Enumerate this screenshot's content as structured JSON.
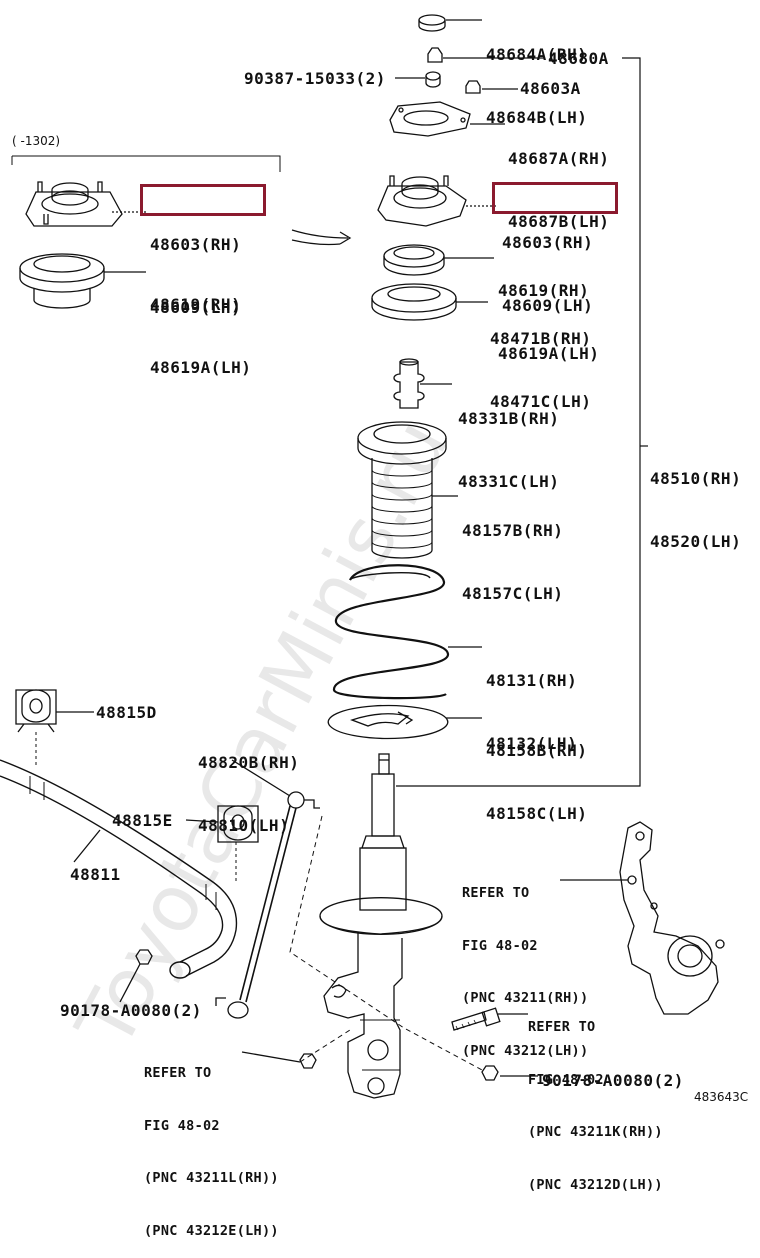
{
  "watermark": "ToyotaCarMinis.ru",
  "group_note": "(     -1302)",
  "figure_code": "483643C",
  "highlight_color": "#8b1a2e",
  "parts": {
    "p48684": [
      "48684A(RH)",
      "48684B(LH)"
    ],
    "p48680": "48680A",
    "p90387": "90387-15033(2)",
    "p48603a": "48603A",
    "p48687": [
      "48687A(RH)",
      "48687B(LH)"
    ],
    "p48603_left": [
      "48603(RH)",
      "48609(LH)"
    ],
    "p48619_left": [
      "48619(RH)",
      "48619A(LH)"
    ],
    "p48603_right": [
      "48603(RH)",
      "48609(LH)"
    ],
    "p48619_right": [
      "48619(RH)",
      "48619A(LH)"
    ],
    "p48471": [
      "48471B(RH)",
      "48471C(LH)"
    ],
    "p48331": [
      "48331B(RH)",
      "48331C(LH)"
    ],
    "p48510": [
      "48510(RH)",
      "48520(LH)"
    ],
    "p48157": [
      "48157B(RH)",
      "48157C(LH)"
    ],
    "p48131": [
      "48131(RH)",
      "48132(LH)"
    ],
    "p48158": [
      "48158B(RH)",
      "48158C(LH)"
    ],
    "p48815d": "48815D",
    "p48820": [
      "48820B(RH)",
      "48810(LH)"
    ],
    "p48815e": "48815E",
    "p48811": "48811",
    "p90178_left": "90178-A0080(2)",
    "p90178_right": "90178-A0080(2)"
  },
  "refs": {
    "knuckle_top": [
      "REFER TO",
      "FIG 48-02",
      "(PNC 43211(RH))",
      "(PNC 43212(LH))"
    ],
    "knuckle_bolt": [
      "REFER TO",
      "FIG 48-02",
      "(PNC 43211K(RH))",
      "(PNC 43212D(LH))"
    ],
    "strut_bolt": [
      "REFER TO",
      "FIG 48-02",
      "(PNC 43211L(RH))",
      "(PNC 43212E(LH))"
    ]
  }
}
